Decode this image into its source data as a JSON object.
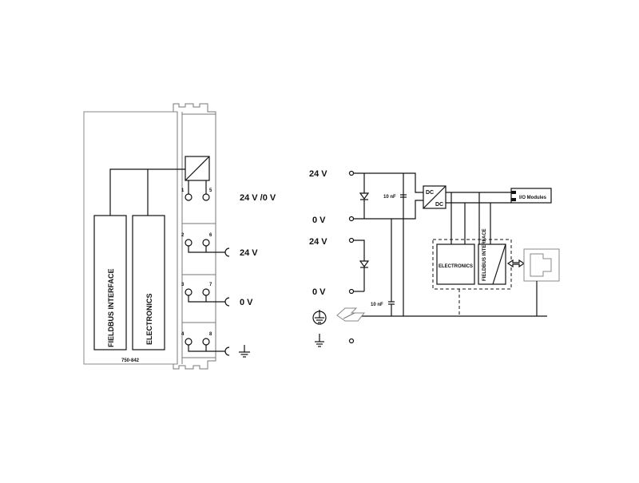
{
  "module": {
    "part_number": "750-842",
    "block_fieldbus": "FIELDBUS INTERFACE",
    "block_electronics": "ELECTRONICS",
    "terminals": [
      "1",
      "5",
      "2",
      "6",
      "3",
      "7",
      "4",
      "8"
    ],
    "label_24v_0v": "24 V /0 V",
    "label_24v": "24 V",
    "label_0v": "0 V"
  },
  "schematic": {
    "top_24v": "24 V",
    "top_0v": "0 V",
    "bottom_24v": "24 V",
    "bottom_0v": "0 V",
    "cap_top": "10 nF",
    "cap_bottom": "10 nF",
    "dc_in": "DC",
    "dc_out": "DC",
    "io_modules": "I/O Modules",
    "electronics": "ELECTRONICS",
    "fieldbus_interface": "FIELDBUS INTERFACE"
  },
  "colors": {
    "line": "#111111",
    "housing": "#888888",
    "background": "#ffffff"
  }
}
